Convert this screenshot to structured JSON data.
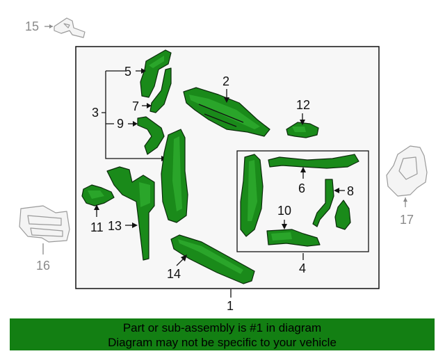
{
  "callouts": {
    "c1": "1",
    "c2": "2",
    "c3": "3",
    "c4": "4",
    "c5": "5",
    "c6": "6",
    "c7": "7",
    "c8": "8",
    "c9": "9",
    "c10": "10",
    "c11": "11",
    "c12": "12",
    "c13": "13",
    "c14": "14",
    "c15": "15",
    "c16": "16",
    "c17": "17"
  },
  "colors": {
    "part_fill": "#1a8a1a",
    "banner": "#137f13",
    "ghost_stroke": "#9a9a9a"
  },
  "banner": {
    "line1": "Part or sub-assembly is #1 in diagram",
    "line2": "Diagram may not be specific to your vehicle"
  }
}
